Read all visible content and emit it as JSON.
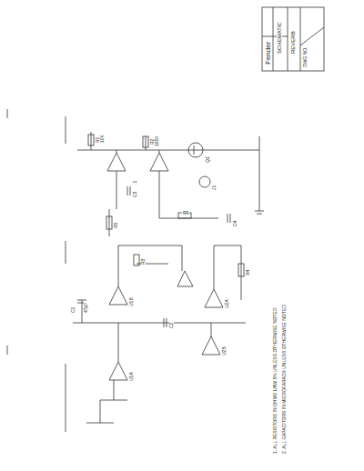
{
  "diagram": {
    "title": "Fender",
    "labels": [
      "SCHEMATIC",
      "REVERB",
      "DWG NO.",
      "R1",
      "R2",
      "R3",
      "R4",
      "R5",
      "R6",
      "C1",
      "C2",
      "C3",
      "C4",
      "U1A",
      "U1B",
      "U2A",
      "U2B",
      "Q1",
      "J1",
      "10K",
      "100K",
      "47pF",
      ".1",
      "1. ALL RESISTORS IN OHMS 1/4W 5% UNLESS OTHERWISE NOTED",
      "2. ALL CAPACITORS IN MICROFARADS UNLESS OTHERWISE NOTED"
    ]
  }
}
